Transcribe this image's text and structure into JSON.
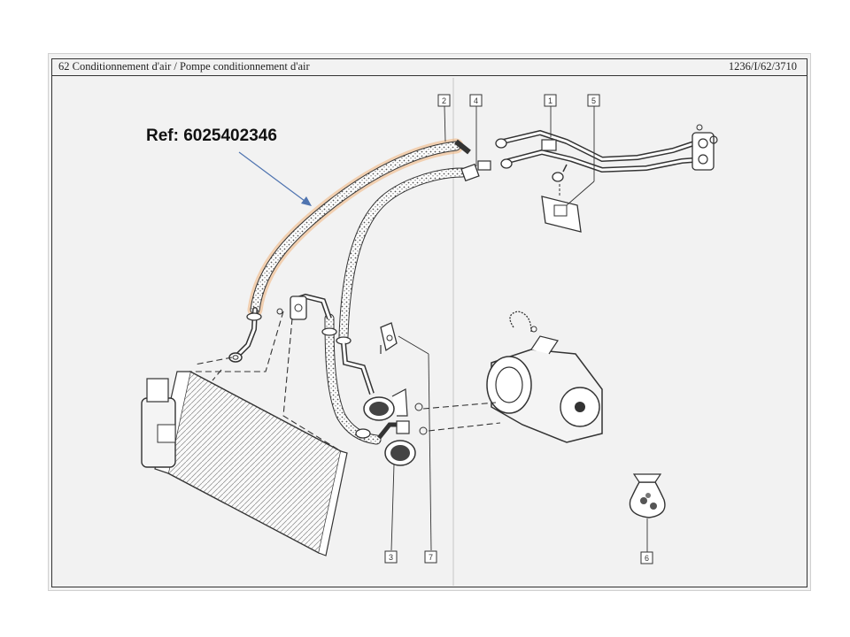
{
  "header": {
    "title": "62 Conditionnement d'air / Pompe conditionnement d'air",
    "reference": "1236/I/62/3710"
  },
  "annotation": {
    "ref_label": "Ref: 6025402346",
    "arrow_color": "#4f74b0"
  },
  "callouts": [
    {
      "id": "2",
      "label": "2"
    },
    {
      "id": "4",
      "label": "4"
    },
    {
      "id": "1",
      "label": "1"
    },
    {
      "id": "5",
      "label": "5"
    },
    {
      "id": "3",
      "label": "3"
    },
    {
      "id": "7",
      "label": "7"
    },
    {
      "id": "6",
      "label": "6"
    }
  ]
}
